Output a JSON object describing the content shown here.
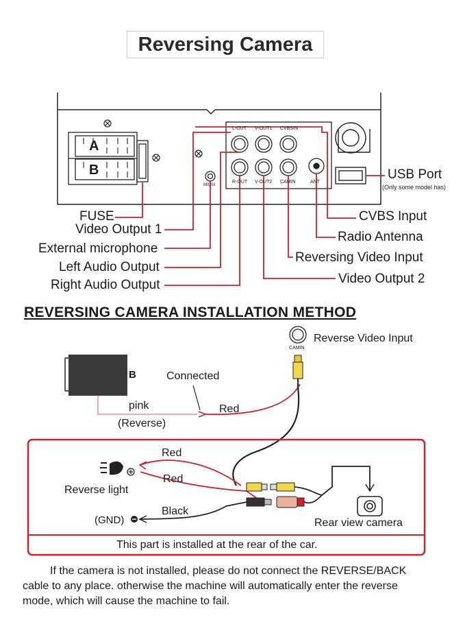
{
  "title": "Reversing Camera",
  "panel": {
    "connector_a": "A",
    "connector_b": "B",
    "ports_top": [
      "L-OUT",
      "V-OUT1",
      "CVBSIN"
    ],
    "ports_bottom": [
      "R-OUT",
      "V-OUT2",
      "CAMIN",
      "ANT"
    ],
    "mic": "MICIN"
  },
  "labels_left": {
    "fuse": "FUSE",
    "video_output_1": "Video Output 1",
    "external_microphone": "External microphone",
    "left_audio_output": "Left Audio Output",
    "right_audio_output": "Right Audio Output"
  },
  "labels_right": {
    "usb_port": "USB Port",
    "usb_note": "(Only some model has)",
    "cvbs_input": "CVBS Input",
    "radio_antenna": "Radio Antenna",
    "reversing_video_input": "Reversing Video Input",
    "video_output_2": "Video Output 2"
  },
  "installation": {
    "heading": "REVERSING CAMERA INSTALLATION METHOD",
    "reverse_video_input": "Reverse Video Input",
    "camin": "CAMIN",
    "connector_b": "B",
    "connected": "Connected",
    "pink": "pink",
    "reverse": "(Reverse)",
    "red_top": "Red",
    "red_1": "Red",
    "red_2": "Red",
    "black": "Black",
    "reverse_light": "Reverse light",
    "gnd": "(GND)",
    "rear_view_camera": "Rear view camera",
    "rear_note": "This part is installed at the rear of the car."
  },
  "note_lines": [
    "If the camera is not installed, please do not connect the REVERSE/BACK",
    "cable to any place. otherwise the machine will automatically enter the reverse",
    "mode, which will cause the machine to fail."
  ],
  "colors": {
    "red_line": "#d0202a",
    "pink_line": "#f2a7ad",
    "dark": "#222222"
  }
}
